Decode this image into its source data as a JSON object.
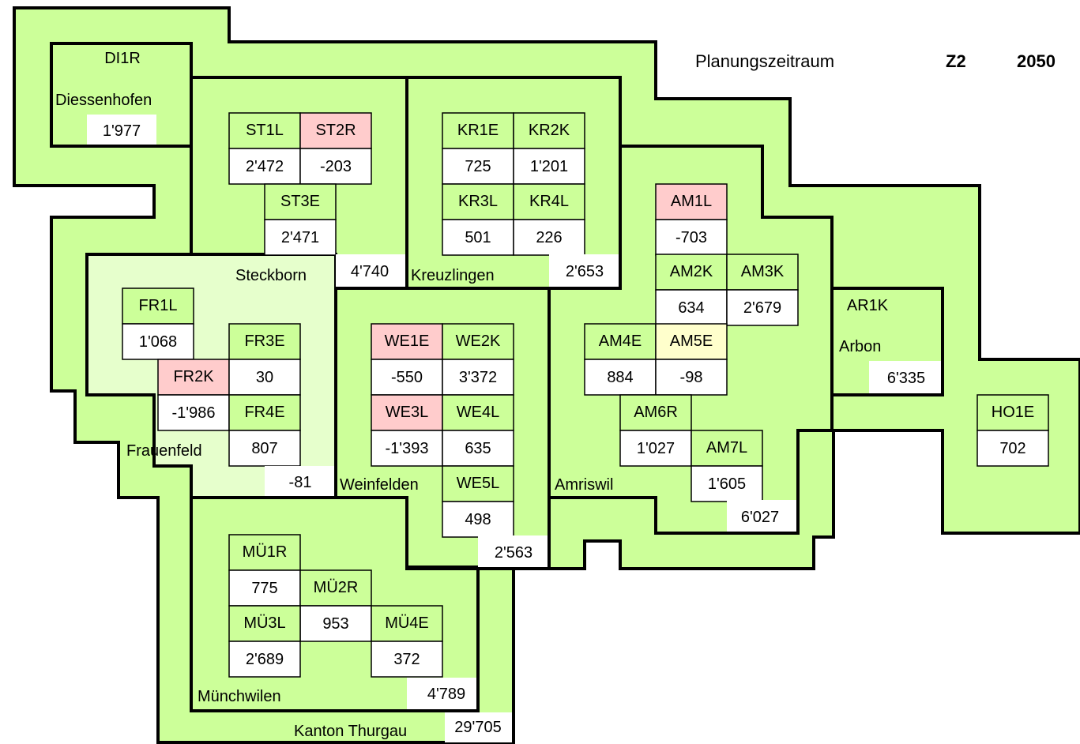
{
  "header": {
    "label": "Planungszeitraum",
    "zone": "Z2",
    "year": "2050"
  },
  "colors": {
    "green": "#ccff99",
    "light_green": "#e6ffcc",
    "red": "#ffcccc",
    "yellow": "#ffffcc",
    "white": "#ffffff",
    "border": "#000000"
  },
  "canton": {
    "name": "Kanton Thurgau",
    "total": "29'705"
  },
  "districts": {
    "diessenhofen": {
      "name": "Diessenhofen",
      "code": "DI1R",
      "value": "1'977"
    },
    "steckborn": {
      "name": "Steckborn",
      "total": "4'740"
    },
    "kreuzlingen": {
      "name": "Kreuzlingen",
      "total": "2'653"
    },
    "frauenfeld": {
      "name": "Frauenfeld",
      "total": "-81"
    },
    "weinfelden": {
      "name": "Weinfelden",
      "total": "2'563"
    },
    "amriswil": {
      "name": "Amriswil",
      "total": "6'027"
    },
    "arbon": {
      "name": "Arbon",
      "total": "6'335"
    },
    "muenchwilen": {
      "name": "Münchwilen",
      "total": "4'789"
    }
  },
  "units": {
    "st1l": {
      "code": "ST1L",
      "value": "2'472",
      "status": "green"
    },
    "st2r": {
      "code": "ST2R",
      "value": "-203",
      "status": "red"
    },
    "st3e": {
      "code": "ST3E",
      "value": "2'471",
      "status": "green"
    },
    "kr1e": {
      "code": "KR1E",
      "value": "725",
      "status": "green"
    },
    "kr2k": {
      "code": "KR2K",
      "value": "1'201",
      "status": "green"
    },
    "kr3l": {
      "code": "KR3L",
      "value": "501",
      "status": "green"
    },
    "kr4l": {
      "code": "KR4L",
      "value": "226",
      "status": "green"
    },
    "am1l": {
      "code": "AM1L",
      "value": "-703",
      "status": "red"
    },
    "am2k": {
      "code": "AM2K",
      "value": "634",
      "status": "green"
    },
    "am3k": {
      "code": "AM3K",
      "value": "2'679",
      "status": "green"
    },
    "am4e": {
      "code": "AM4E",
      "value": "884",
      "status": "green"
    },
    "am5e": {
      "code": "AM5E",
      "value": "-98",
      "status": "yellow"
    },
    "am6r": {
      "code": "AM6R",
      "value": "1'027",
      "status": "green"
    },
    "am7l": {
      "code": "AM7L",
      "value": "1'605",
      "status": "green"
    },
    "ar1k": {
      "code": "AR1K",
      "value": "",
      "status": "green"
    },
    "ho1e": {
      "code": "HO1E",
      "value": "702",
      "status": "green"
    },
    "fr1l": {
      "code": "FR1L",
      "value": "1'068",
      "status": "green"
    },
    "fr2k": {
      "code": "FR2K",
      "value": "-1'986",
      "status": "red"
    },
    "fr3e": {
      "code": "FR3E",
      "value": "30",
      "status": "green"
    },
    "fr4e": {
      "code": "FR4E",
      "value": "807",
      "status": "green"
    },
    "we1e": {
      "code": "WE1E",
      "value": "-550",
      "status": "red"
    },
    "we2k": {
      "code": "WE2K",
      "value": "3'372",
      "status": "green"
    },
    "we3l": {
      "code": "WE3L",
      "value": "-1'393",
      "status": "red"
    },
    "we4l": {
      "code": "WE4L",
      "value": "635",
      "status": "green"
    },
    "we5l": {
      "code": "WE5L",
      "value": "498",
      "status": "green"
    },
    "mu1r": {
      "code": "MÜ1R",
      "value": "775",
      "status": "green"
    },
    "mu2r": {
      "code": "MÜ2R",
      "value": "953",
      "status": "green"
    },
    "mu3l": {
      "code": "MÜ3L",
      "value": "2'689",
      "status": "green"
    },
    "mu4e": {
      "code": "MÜ4E",
      "value": "372",
      "status": "green"
    }
  }
}
